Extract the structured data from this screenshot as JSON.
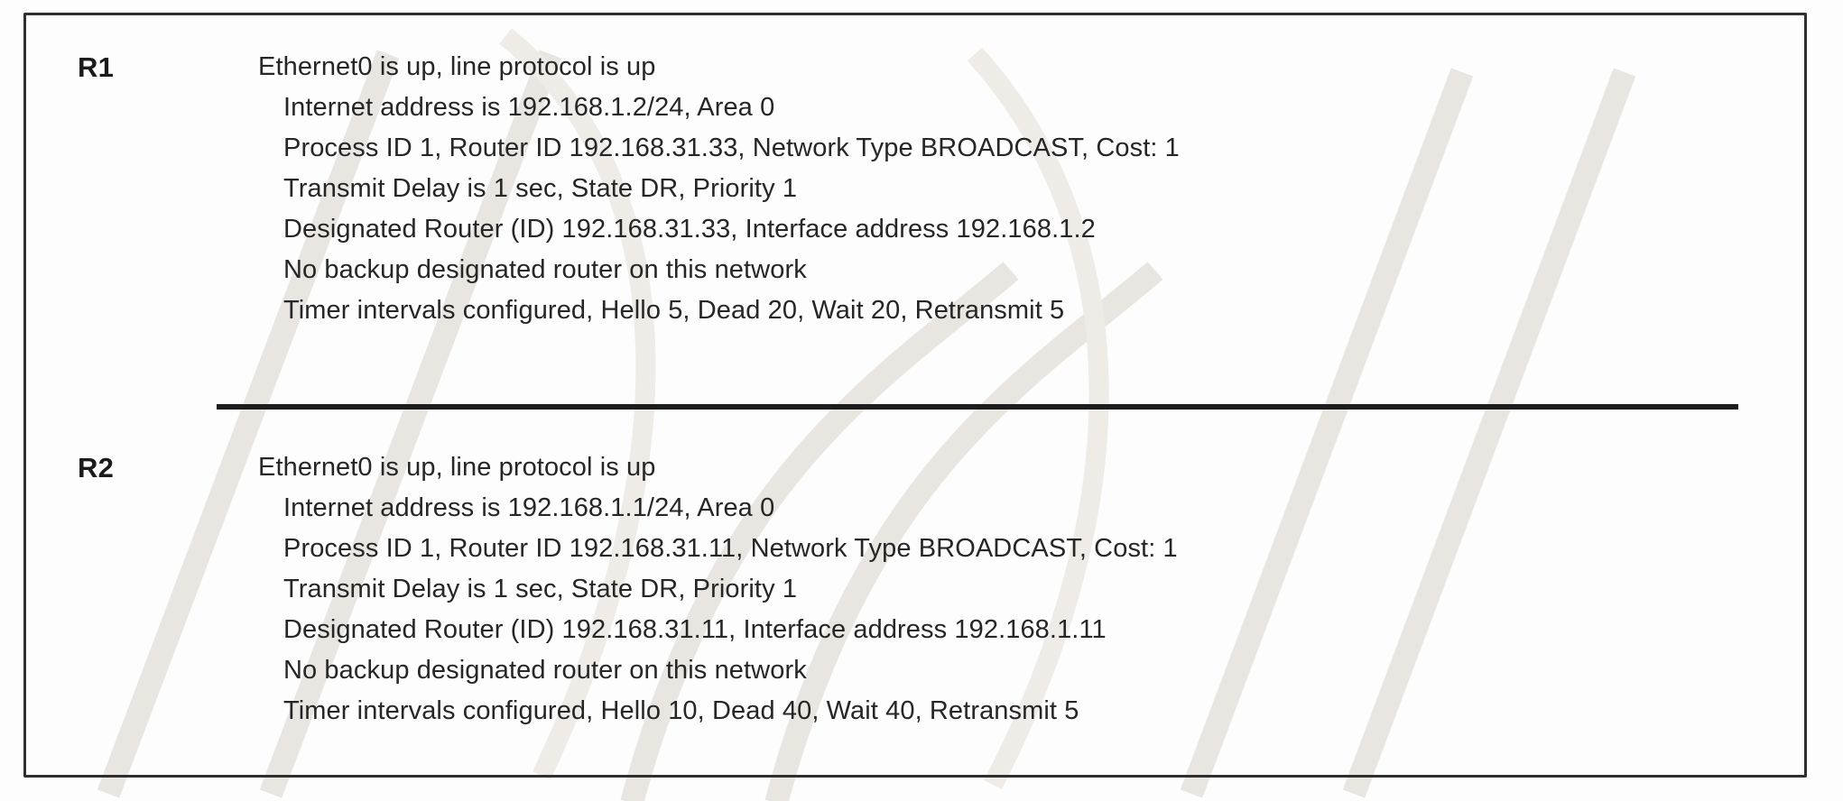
{
  "document": {
    "title": "OSPF interface status output",
    "divider_label": "horizontal-rule"
  },
  "routers": [
    {
      "id": "r1",
      "label": "R1",
      "lines": [
        {
          "text": "Ethernet0 is up, line protocol is up",
          "indented": false
        },
        {
          "text": "Internet address is 192.168.1.2/24, Area 0",
          "indented": true
        },
        {
          "text": "Process ID 1, Router ID 192.168.31.33, Network Type BROADCAST, Cost: 1",
          "indented": true
        },
        {
          "text": "Transmit Delay is 1 sec, State DR, Priority 1",
          "indented": true
        },
        {
          "text": "Designated Router (ID) 192.168.31.33, Interface address 192.168.1.2",
          "indented": true
        },
        {
          "text": "No backup designated router on this network",
          "indented": true
        },
        {
          "text": "Timer intervals configured, Hello 5, Dead 20, Wait 20, Retransmit 5",
          "indented": true
        }
      ]
    },
    {
      "id": "r2",
      "label": "R2",
      "lines": [
        {
          "text": "Ethernet0 is up, line protocol is up",
          "indented": false
        },
        {
          "text": "Internet address is 192.168.1.1/24, Area 0",
          "indented": true
        },
        {
          "text": "Process ID 1, Router ID 192.168.31.11, Network Type BROADCAST, Cost: 1",
          "indented": true
        },
        {
          "text": "Transmit Delay is 1 sec, State DR, Priority 1",
          "indented": true
        },
        {
          "text": "Designated Router (ID) 192.168.31.11, Interface address 192.168.1.11",
          "indented": true
        },
        {
          "text": "No backup designated router on this network",
          "indented": true
        },
        {
          "text": "Timer intervals configured, Hello 10, Dead 40, Wait 40, Retransmit 5",
          "indented": true
        }
      ]
    }
  ],
  "colors": {
    "text": "#262626",
    "label": "#1b1b1b",
    "border": "#2f2f2f",
    "divider": "#1d1d1d",
    "background": "#fdfdfd",
    "watermark": "#ece9e6"
  }
}
